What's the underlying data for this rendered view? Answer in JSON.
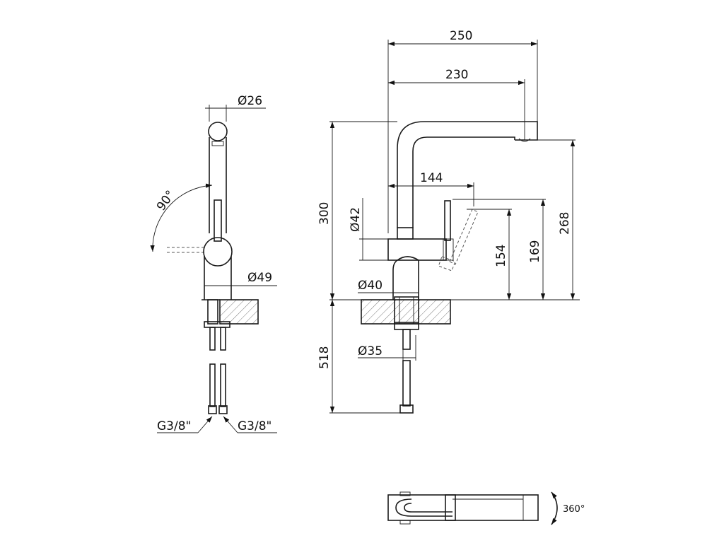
{
  "side_view": {
    "dim_spout_diameter": "Ø26",
    "dim_swivel_angle": "90°",
    "dim_body_diameter": "Ø49",
    "thread_left": "G3/8\"",
    "thread_right": "G3/8\""
  },
  "front_view": {
    "dim_total_width": "250",
    "dim_spout_reach": "230",
    "dim_lever_offset": "144",
    "dim_total_height": "300",
    "dim_lever_diameter": "Ø42",
    "dim_height_154": "154",
    "dim_height_169": "169",
    "dim_spout_height": "268",
    "dim_base_diameter": "Ø40",
    "dim_shank_diameter": "Ø35",
    "dim_hose_length": "518"
  },
  "top_view": {
    "rotation_label": "360°"
  }
}
